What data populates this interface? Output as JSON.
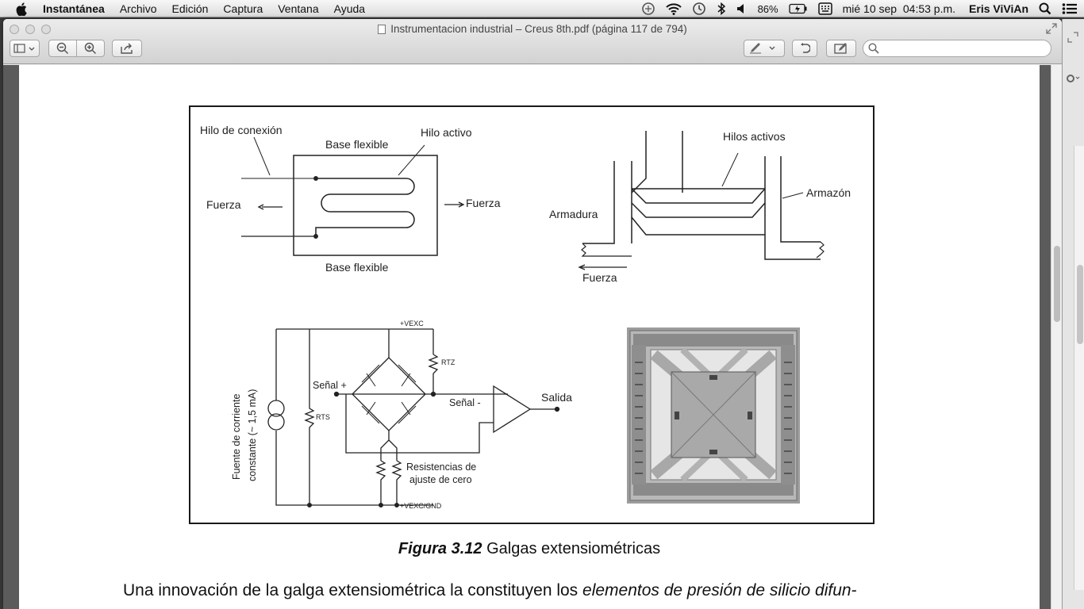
{
  "menubar": {
    "app_name": "Instantánea",
    "items": [
      "Archivo",
      "Edición",
      "Captura",
      "Ventana",
      "Ayuda"
    ],
    "battery": "86%",
    "datetime": "mié 10 sep  04:53 p.m.",
    "user": "Eris ViViAn"
  },
  "window": {
    "title": "Instrumentacion industrial – Creus 8th.pdf (página 117 de 794)"
  },
  "figure": {
    "caption_number": "Figura 3.12",
    "caption_text": "Galgas extensiométricas",
    "labels": {
      "hilo_conexion": "Hilo de conexión",
      "hilo_activo": "Hilo activo",
      "base_flexible_top": "Base flexible",
      "base_flexible_bottom": "Base flexible",
      "fuerza_left": "Fuerza",
      "fuerza_right": "Fuerza",
      "hilos_activos": "Hilos activos",
      "armazon": "Armazón",
      "armadura": "Armadura",
      "fuerza_bottom": "Fuerza",
      "vexc_top": "+VEXC",
      "rtz": "RTZ",
      "senal_plus": "Señal +",
      "senal_minus": "Señal -",
      "salida": "Salida",
      "rts": "RTS",
      "fuente_line1": "Fuente de corriente",
      "fuente_line2": "constante (~ 1,5 mA)",
      "resistencias_line1": "Resistencias de",
      "resistencias_line2": "ajuste de cero",
      "vexc_gnd": "+VEXC/GND"
    }
  },
  "body": {
    "text_normal": "Una innovación de la galga extensiométrica la constituyen los ",
    "text_italic": "elementos de presión de silicio difun-"
  }
}
